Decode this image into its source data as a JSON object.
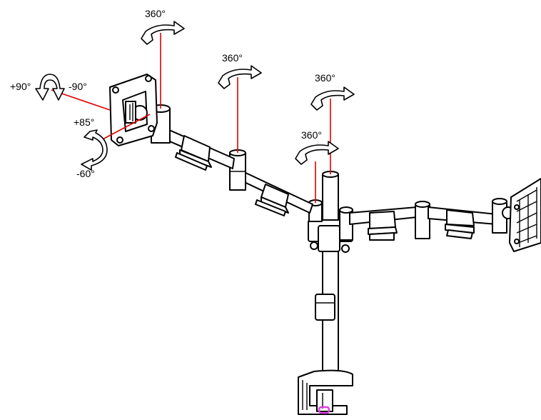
{
  "labels": {
    "rot_head": "360°",
    "rot_arm_left": "360°",
    "rot_top_right": "360°",
    "rot_pole": "360°",
    "tilt_plus": "+90°",
    "tilt_minus": "-90°",
    "pitch_up": "+85°",
    "pitch_down": "-60°"
  },
  "colors": {
    "axis_line": "#e10000",
    "accent_marker": "#e040e0"
  }
}
